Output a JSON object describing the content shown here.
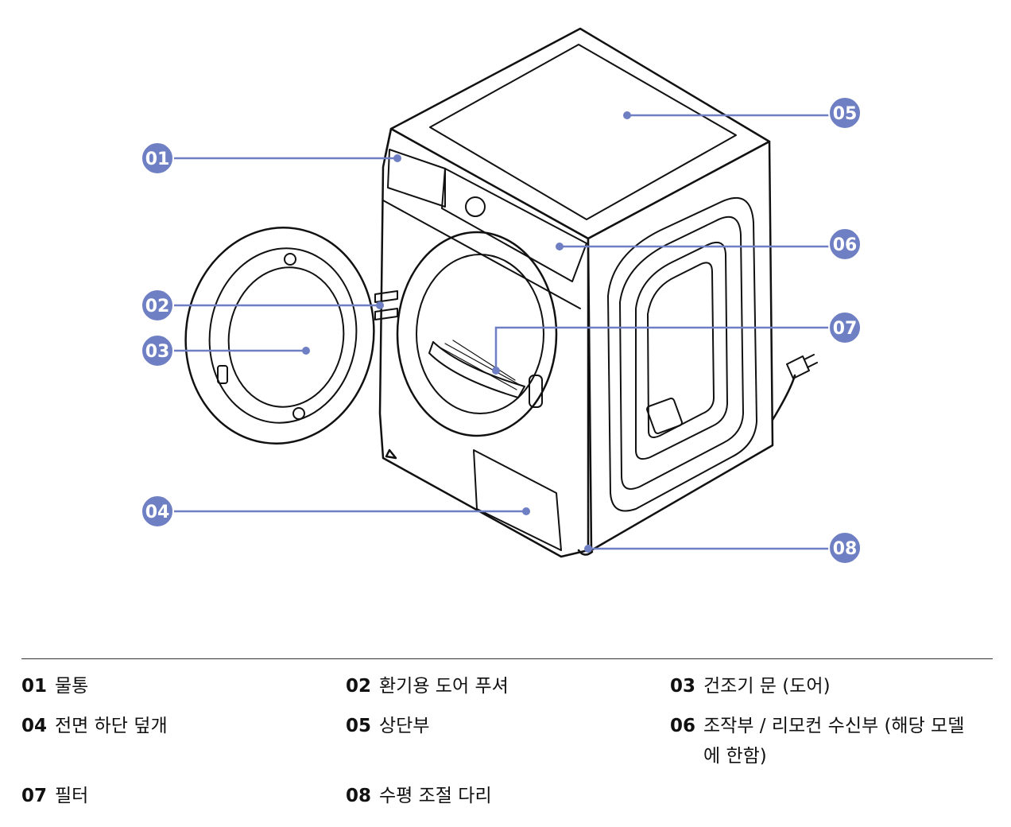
{
  "callouts": [
    {
      "num": "01",
      "label": "물통"
    },
    {
      "num": "02",
      "label": "환기용 도어 푸셔"
    },
    {
      "num": "03",
      "label": "건조기 문 (도어)"
    },
    {
      "num": "04",
      "label": "전면 하단 덮개"
    },
    {
      "num": "05",
      "label": "상단부"
    },
    {
      "num": "06",
      "label": "조작부 / 리모컨 수신부 (해당 모델에 한함)"
    },
    {
      "num": "07",
      "label": "필터"
    },
    {
      "num": "08",
      "label": "수평 조절 다리"
    }
  ],
  "colors": {
    "accent": "#6f7fc4",
    "line": "#111111"
  }
}
